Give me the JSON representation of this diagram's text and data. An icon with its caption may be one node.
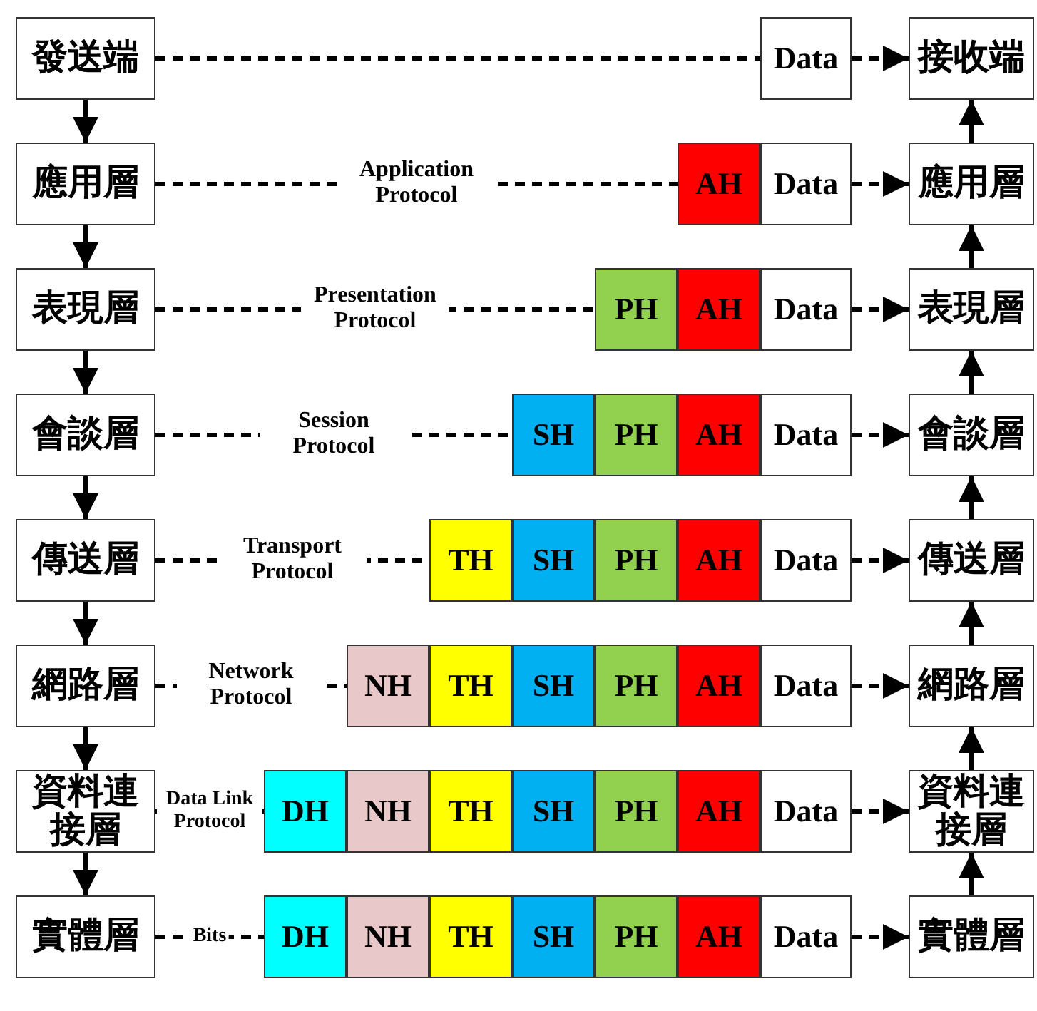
{
  "diagram": {
    "nodes": [
      {
        "text": [
          "發送端"
        ]
      },
      {
        "text": [
          "Data"
        ]
      },
      {
        "text": [
          "接收端"
        ]
      },
      {
        "text": [
          "應用層"
        ]
      },
      {
        "text": [
          "AH"
        ]
      },
      {
        "text": [
          "Data"
        ]
      },
      {
        "text": [
          "應用層"
        ]
      },
      {
        "text": [
          "表現層"
        ]
      },
      {
        "text": [
          "PH"
        ]
      },
      {
        "text": [
          "AH"
        ]
      },
      {
        "text": [
          "Data"
        ]
      },
      {
        "text": [
          "表現層"
        ]
      },
      {
        "text": [
          "會談層"
        ]
      },
      {
        "text": [
          "SH"
        ]
      },
      {
        "text": [
          "PH"
        ]
      },
      {
        "text": [
          "AH"
        ]
      },
      {
        "text": [
          "Data"
        ]
      },
      {
        "text": [
          "會談層"
        ]
      },
      {
        "text": [
          "傳送層"
        ]
      },
      {
        "text": [
          "TH"
        ]
      },
      {
        "text": [
          "SH"
        ]
      },
      {
        "text": [
          "PH"
        ]
      },
      {
        "text": [
          "AH"
        ]
      },
      {
        "text": [
          "Data"
        ]
      },
      {
        "text": [
          "傳送層"
        ]
      },
      {
        "text": [
          "網路層"
        ]
      },
      {
        "text": [
          "NH"
        ]
      },
      {
        "text": [
          "TH"
        ]
      },
      {
        "text": [
          "SH"
        ]
      },
      {
        "text": [
          "PH"
        ]
      },
      {
        "text": [
          "AH"
        ]
      },
      {
        "text": [
          "Data"
        ]
      },
      {
        "text": [
          "網路層"
        ]
      },
      {
        "text": [
          "資料連接層"
        ]
      },
      {
        "text": [
          "DH"
        ]
      },
      {
        "text": [
          "NH"
        ]
      },
      {
        "text": [
          "TH"
        ]
      },
      {
        "text": [
          "SH"
        ]
      },
      {
        "text": [
          "PH"
        ]
      },
      {
        "text": [
          "AH"
        ]
      },
      {
        "text": [
          "Data"
        ]
      },
      {
        "text": [
          "資料連接層"
        ]
      },
      {
        "text": [
          "實體層"
        ]
      },
      {
        "text": [
          "DH"
        ]
      },
      {
        "text": [
          "NH"
        ]
      },
      {
        "text": [
          "TH"
        ]
      },
      {
        "text": [
          "SH"
        ]
      },
      {
        "text": [
          "PH"
        ]
      },
      {
        "text": [
          "AH"
        ]
      },
      {
        "text": [
          "Data"
        ]
      },
      {
        "text": [
          "實體層"
        ]
      }
    ],
    "edges": [
      {
        "from": 0,
        "to": 1,
        "arrow": "none",
        "style": "dashed"
      },
      {
        "from": 1,
        "to": 2,
        "arrow": "to",
        "style": "dashed"
      },
      {
        "from": 3,
        "to": 4,
        "arrow": "none",
        "style": "dashed",
        "label": "Application Protocol"
      },
      {
        "from": 5,
        "to": 6,
        "arrow": "to",
        "style": "dashed"
      },
      {
        "from": 7,
        "to": 8,
        "arrow": "none",
        "style": "dashed",
        "label": "Presentation Protocol"
      },
      {
        "from": 10,
        "to": 11,
        "arrow": "to",
        "style": "dashed"
      },
      {
        "from": 12,
        "to": 13,
        "arrow": "none",
        "style": "dashed",
        "label": "Session Protocol"
      },
      {
        "from": 16,
        "to": 17,
        "arrow": "to",
        "style": "dashed"
      },
      {
        "from": 18,
        "to": 19,
        "arrow": "none",
        "style": "dashed",
        "label": "Transport Protocol"
      },
      {
        "from": 23,
        "to": 24,
        "arrow": "to",
        "style": "dashed"
      },
      {
        "from": 25,
        "to": 26,
        "arrow": "none",
        "style": "dashed",
        "label": "Network Protocol"
      },
      {
        "from": 31,
        "to": 32,
        "arrow": "to",
        "style": "dashed"
      },
      {
        "from": 33,
        "to": 34,
        "arrow": "none",
        "style": "dashed",
        "label": "Data Link Protocol"
      },
      {
        "from": 40,
        "to": 41,
        "arrow": "to",
        "style": "dashed"
      },
      {
        "from": 42,
        "to": 43,
        "arrow": "none",
        "style": "dashed",
        "label": "Bits"
      },
      {
        "from": 49,
        "to": 50,
        "arrow": "to",
        "style": "dashed"
      },
      {
        "from": 0,
        "to": 3,
        "arrow": "to"
      },
      {
        "from": 3,
        "to": 7,
        "arrow": "to"
      },
      {
        "from": 7,
        "to": 12,
        "arrow": "to"
      },
      {
        "from": 12,
        "to": 18,
        "arrow": "to"
      },
      {
        "from": 18,
        "to": 25,
        "arrow": "to"
      },
      {
        "from": 25,
        "to": 33,
        "arrow": "to"
      },
      {
        "from": 33,
        "to": 42,
        "arrow": "to"
      },
      {
        "from": 50,
        "to": 41,
        "arrow": "to"
      },
      {
        "from": 41,
        "to": 32,
        "arrow": "to"
      },
      {
        "from": 32,
        "to": 24,
        "arrow": "to"
      },
      {
        "from": 24,
        "to": 17,
        "arrow": "to"
      },
      {
        "from": 17,
        "to": 11,
        "arrow": "to"
      },
      {
        "from": 11,
        "to": 6,
        "arrow": "to"
      },
      {
        "from": 6,
        "to": 2,
        "arrow": "to"
      }
    ]
  }
}
